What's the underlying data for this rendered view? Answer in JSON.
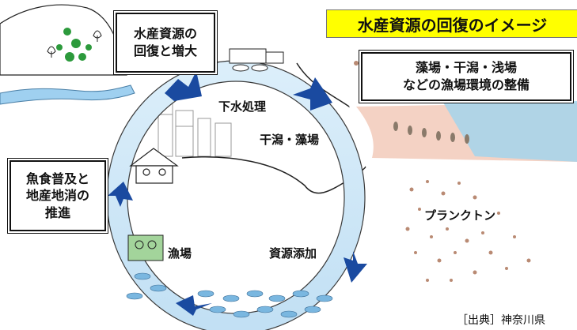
{
  "title": "水産資源の回復のイメージ",
  "boxes": {
    "recovery": "水産資源の\n回復と増大",
    "environment": "藻場・干潟・浅場\nなどの漁場環境の整備",
    "promotion": "魚食普及と\n地産地消の\n推進"
  },
  "labels": {
    "sewage": "下水処理",
    "tidal_flat": "干潟・藻場",
    "plankton": "プランクトン",
    "fishing_ground": "漁場",
    "stocking": "資源添加"
  },
  "source": "［出典］神奈川県"
}
